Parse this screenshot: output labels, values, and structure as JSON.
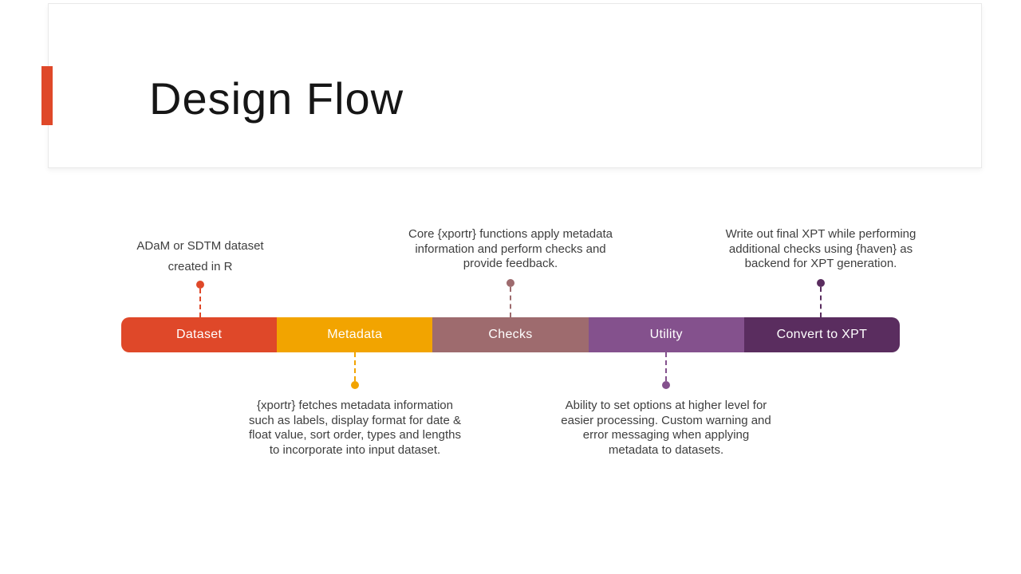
{
  "slide": {
    "title": "Design Flow",
    "accent_color": "#DF4829",
    "background_color": "#FFFFFF"
  },
  "flow_bar": {
    "segments": [
      {
        "label": "Dataset",
        "color": "#DF4829"
      },
      {
        "label": "Metadata",
        "color": "#F2A400"
      },
      {
        "label": "Checks",
        "color": "#9E6B6E"
      },
      {
        "label": "Utility",
        "color": "#84518D"
      },
      {
        "label": "Convert to XPT",
        "color": "#5A2D5F"
      }
    ]
  },
  "annotations": {
    "top": [
      {
        "segment": "Dataset",
        "lines": [
          "ADaM or SDTM dataset",
          "created in R"
        ],
        "connector_color": "#DF4829"
      },
      {
        "segment": "Checks",
        "lines": [
          "Core {xportr} functions apply metadata",
          "information  and perform  checks and",
          "provide  feedback."
        ],
        "connector_color": "#9E6B6E"
      },
      {
        "segment": "Convert to XPT",
        "lines": [
          "Write out final XPT while performing",
          "additional  checks using {haven} as",
          "backend for XPT generation."
        ],
        "connector_color": "#5A2D5F"
      }
    ],
    "bottom": [
      {
        "segment": "Metadata",
        "lines": [
          "{xportr} fetches metadata information",
          "such as labels, display format for date &",
          "float value, sort order, types and lengths",
          "to incorporate  into input dataset."
        ],
        "connector_color": "#F2A400"
      },
      {
        "segment": "Utility",
        "lines": [
          "Ability to set options  at higher level for",
          "easier processing.  Custom warning and",
          "error messaging when applying",
          "metadata to datasets."
        ],
        "connector_color": "#84518D"
      }
    ]
  }
}
